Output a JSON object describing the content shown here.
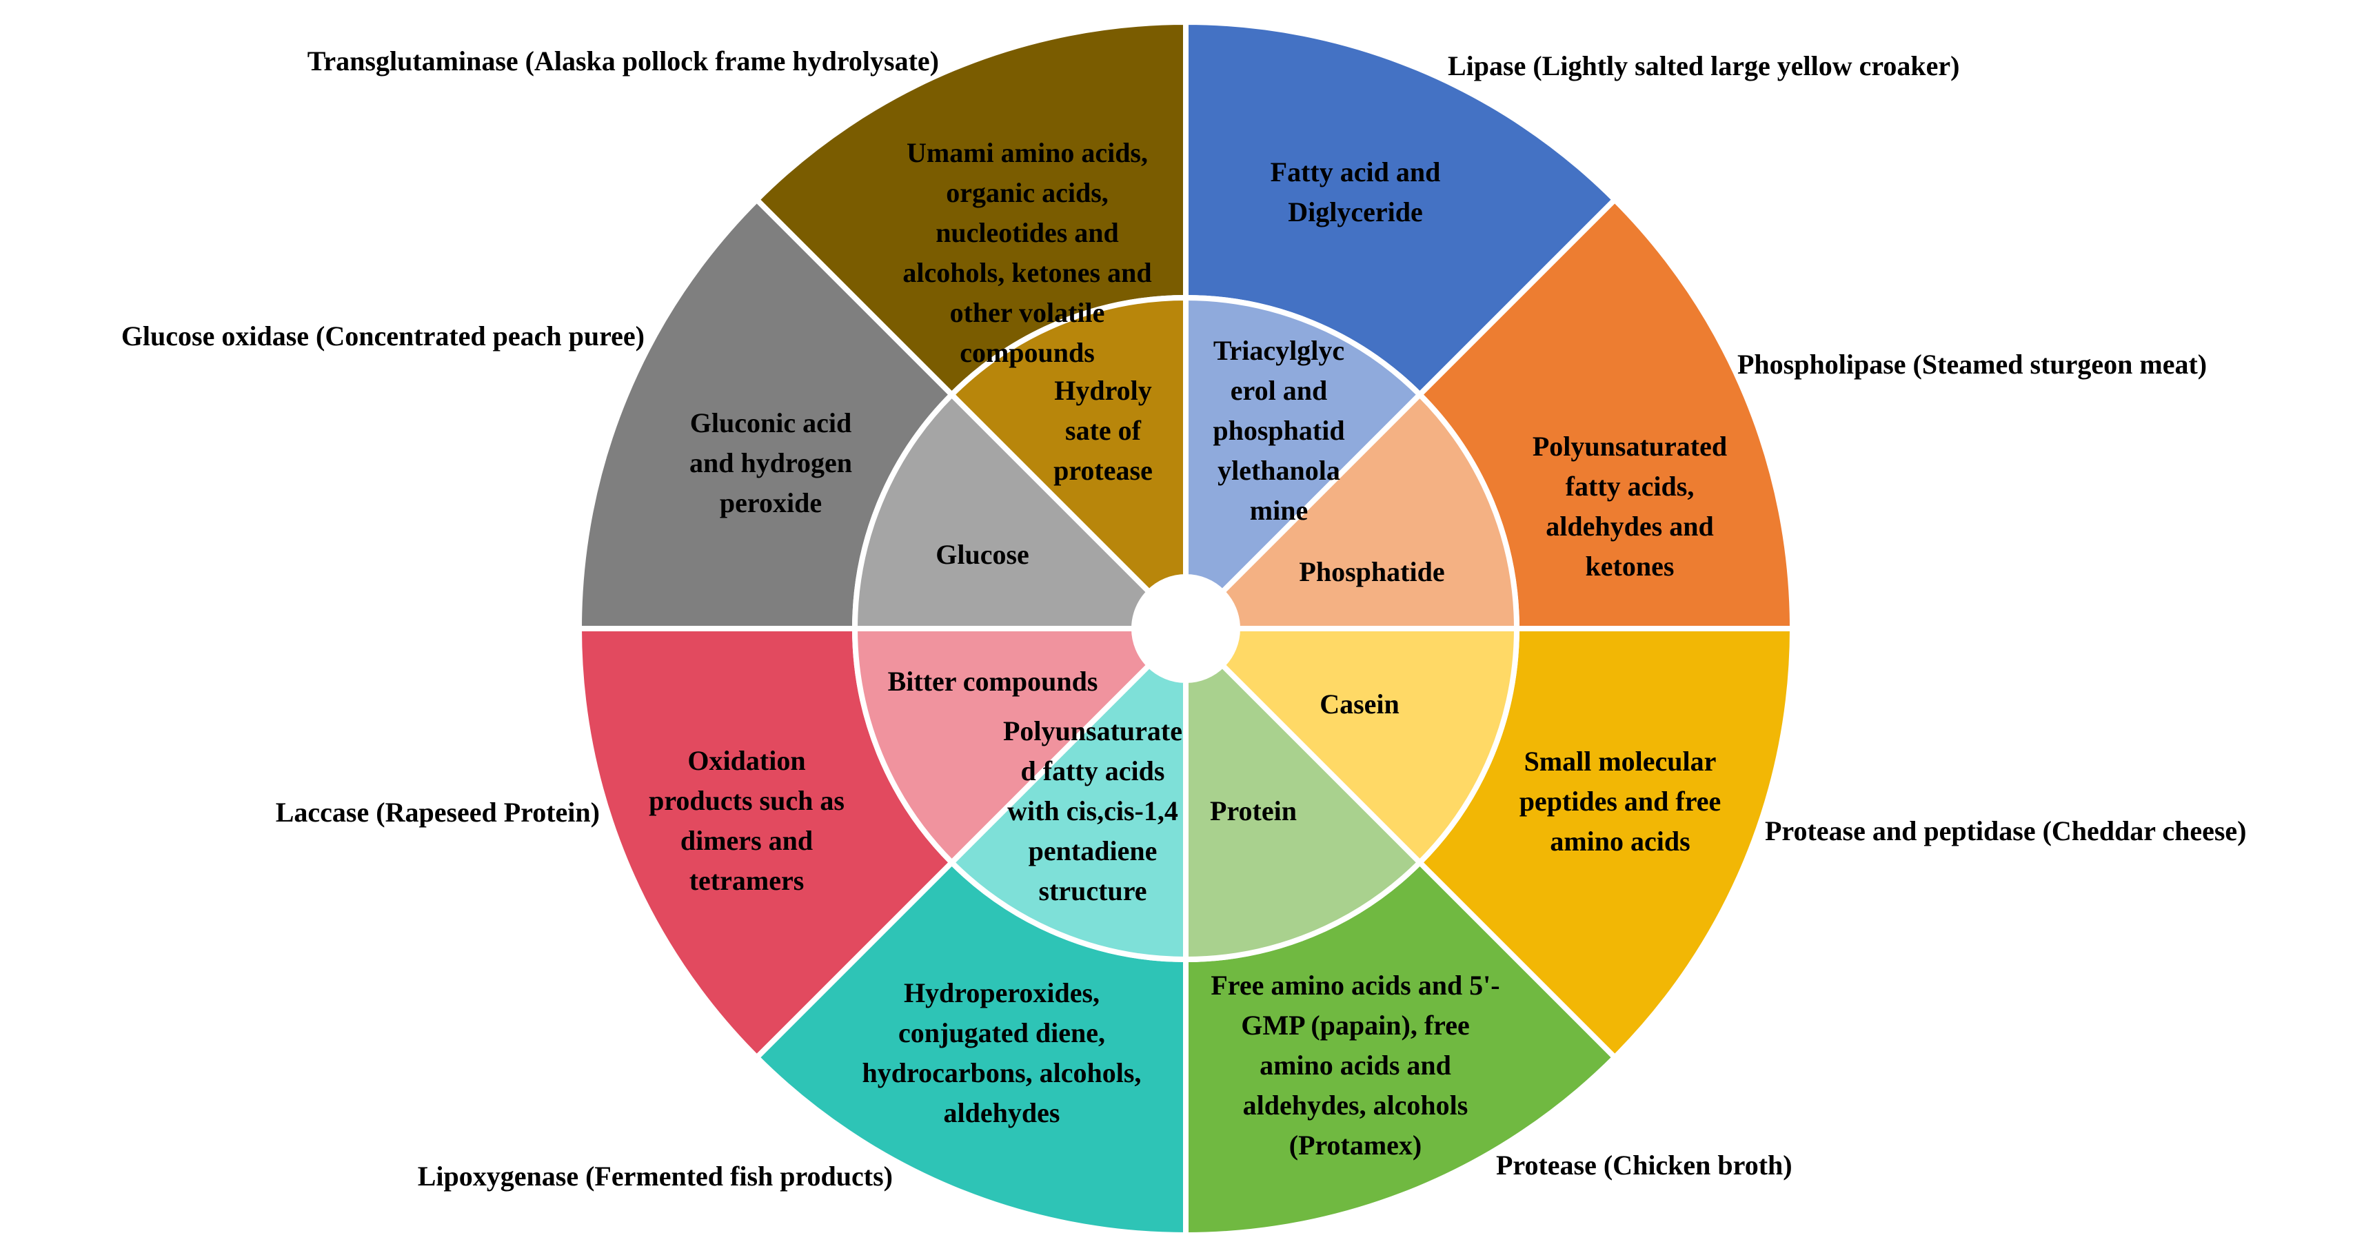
{
  "segments": [
    {
      "enzyme": "Lipase (Lightly salted large yellow croaker)",
      "product": [
        "Fatty acid and",
        "Diglyceride"
      ],
      "substrate": [
        "Triacylglyc",
        "erol and",
        "phosphatid",
        "ylethanola",
        "mine"
      ],
      "outer_color": "#4472C4",
      "inner_color": "#8FAADC"
    },
    {
      "enzyme": "Phospholipase (Steamed sturgeon meat)",
      "product": [
        "Polyunsaturated",
        "fatty acids,",
        "aldehydes and",
        "ketones"
      ],
      "substrate": [
        "Phosphatide"
      ],
      "outer_color": "#ED7D31",
      "inner_color": "#F4B183"
    },
    {
      "enzyme": "Protease and peptidase (Cheddar cheese)",
      "product": [
        "Small molecular",
        "peptides and free",
        "amino acids"
      ],
      "substrate": [
        "Casein"
      ],
      "outer_color": "#F2B705",
      "inner_color": "#FFD966"
    },
    {
      "enzyme": "Protease (Chicken broth)",
      "product": [
        "Free amino acids and 5'-",
        "GMP (papain), free",
        "amino acids and",
        "aldehydes, alcohols",
        "(Protamex)"
      ],
      "substrate": [
        "Protein"
      ],
      "outer_color": "#70B941",
      "inner_color": "#A9D18E"
    },
    {
      "enzyme": "Lipoxygenase (Fermented fish products)",
      "product": [
        "Hydroperoxides,",
        "conjugated diene,",
        "hydrocarbons, alcohols,",
        "aldehydes"
      ],
      "substrate": [
        "Polyunsaturate",
        "d fatty acids",
        "with cis,cis-1,4",
        "pentadiene",
        "structure"
      ],
      "outer_color": "#2EC4B6",
      "inner_color": "#7EE0D8"
    },
    {
      "enzyme": "Laccase (Rapeseed Protein)",
      "product": [
        "Oxidation",
        "products such as",
        "dimers and",
        "tetramers"
      ],
      "substrate": [
        "Bitter compounds"
      ],
      "outer_color": "#E24A5F",
      "inner_color": "#F0939E"
    },
    {
      "enzyme": "Glucose oxidase (Concentrated peach puree)",
      "product": [
        "Gluconic acid",
        "and hydrogen",
        "peroxide"
      ],
      "substrate": [
        "Glucose"
      ],
      "outer_color": "#7F7F7F",
      "inner_color": "#A5A5A5"
    },
    {
      "enzyme": "Transglutaminase (Alaska pollock frame hydrolysate)",
      "product": [
        "Umami amino acids,",
        "organic acids,",
        "nucleotides and",
        "alcohols, ketones and",
        "other volatile",
        "compounds"
      ],
      "substrate": [
        "Hydroly",
        "sate of",
        "protease"
      ],
      "outer_color": "#7A5C00",
      "inner_color": "#B8860B"
    }
  ]
}
